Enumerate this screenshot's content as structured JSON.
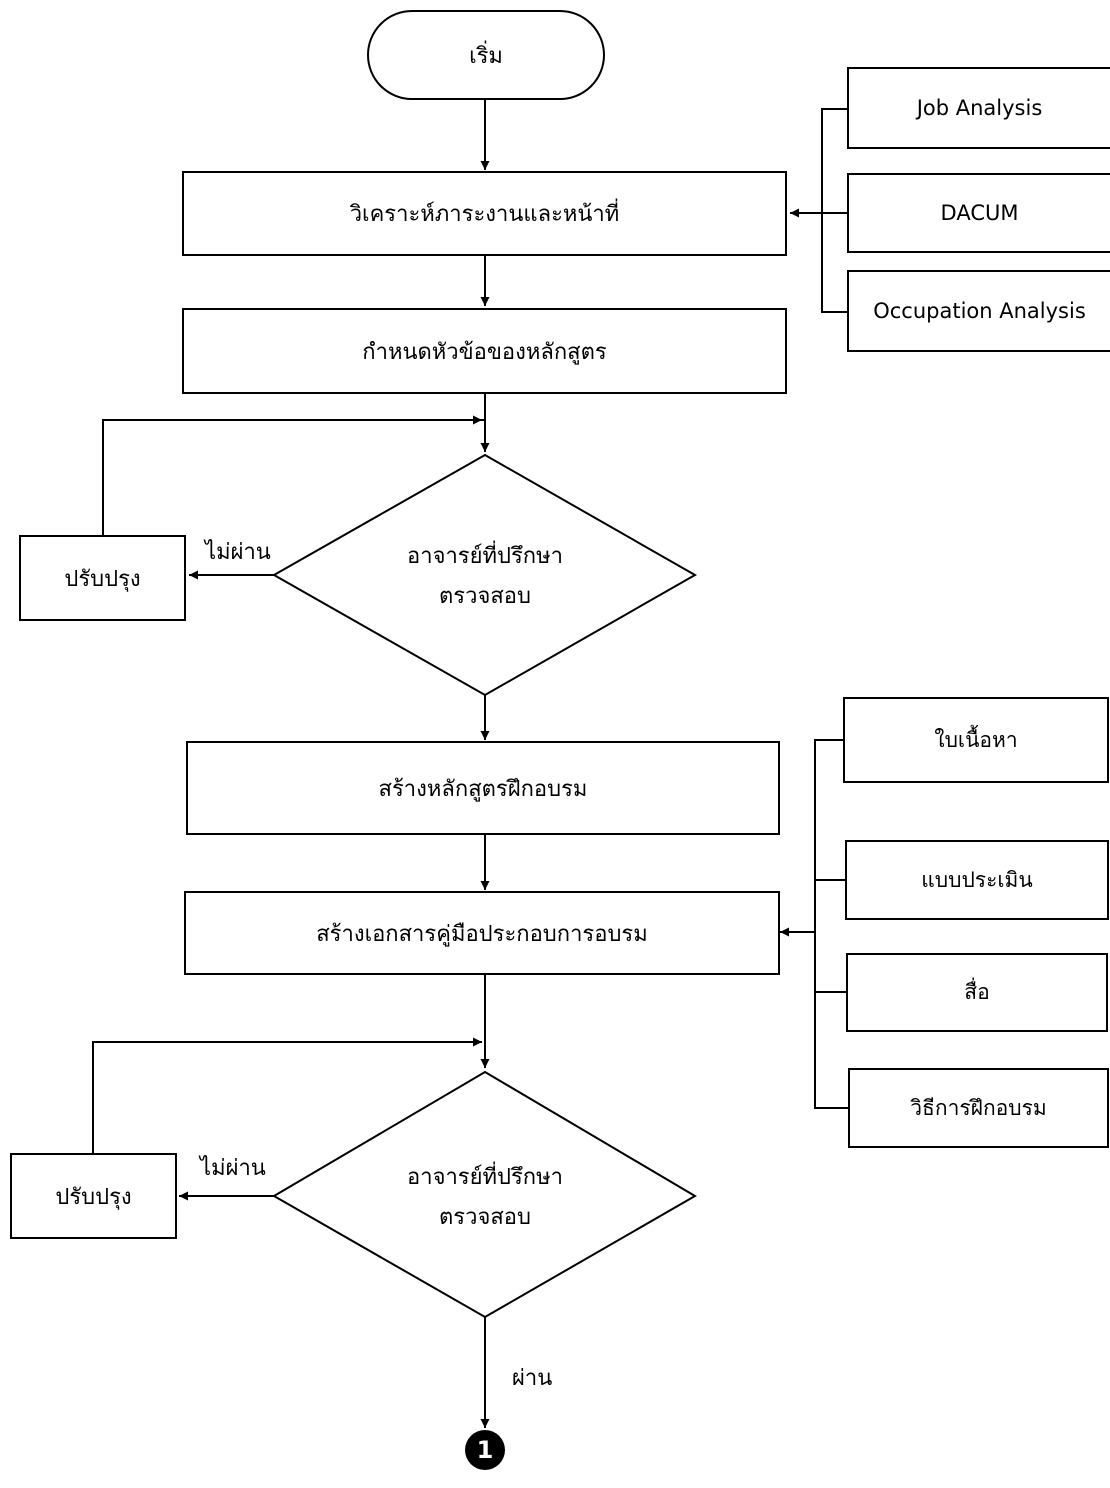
{
  "start": "เริ่ม",
  "steps": {
    "analyze": "วิเคราะห์ภาระงานและหน้าที่",
    "topics": "กำหนดหัวข้อของหลักสูตร",
    "create_course": "สร้างหลักสูตรฝึกอบรม",
    "create_docs": "สร้างเอกสารคู่มือประกอบการอบรม"
  },
  "analysis_methods": [
    "Job Analysis",
    "DACUM",
    "Occupation Analysis"
  ],
  "doc_components": [
    "ใบเนื้อหา",
    "แบบประเมิน",
    "สื่อ",
    "วิธีการฝึกอบรม"
  ],
  "review_1": {
    "line1": "อาจารย์ที่ปรึกษา",
    "line2": "ตรวจสอบ",
    "fail_label": "ไม่ผ่าน",
    "fix": "ปรับปรุง"
  },
  "review_2": {
    "line1": "อาจารย์ที่ปรึกษา",
    "line2": "ตรวจสอบ",
    "fail_label": "ไม่ผ่าน",
    "fix": "ปรับปรุง",
    "pass_label": "ผ่าน"
  },
  "connector": "1"
}
